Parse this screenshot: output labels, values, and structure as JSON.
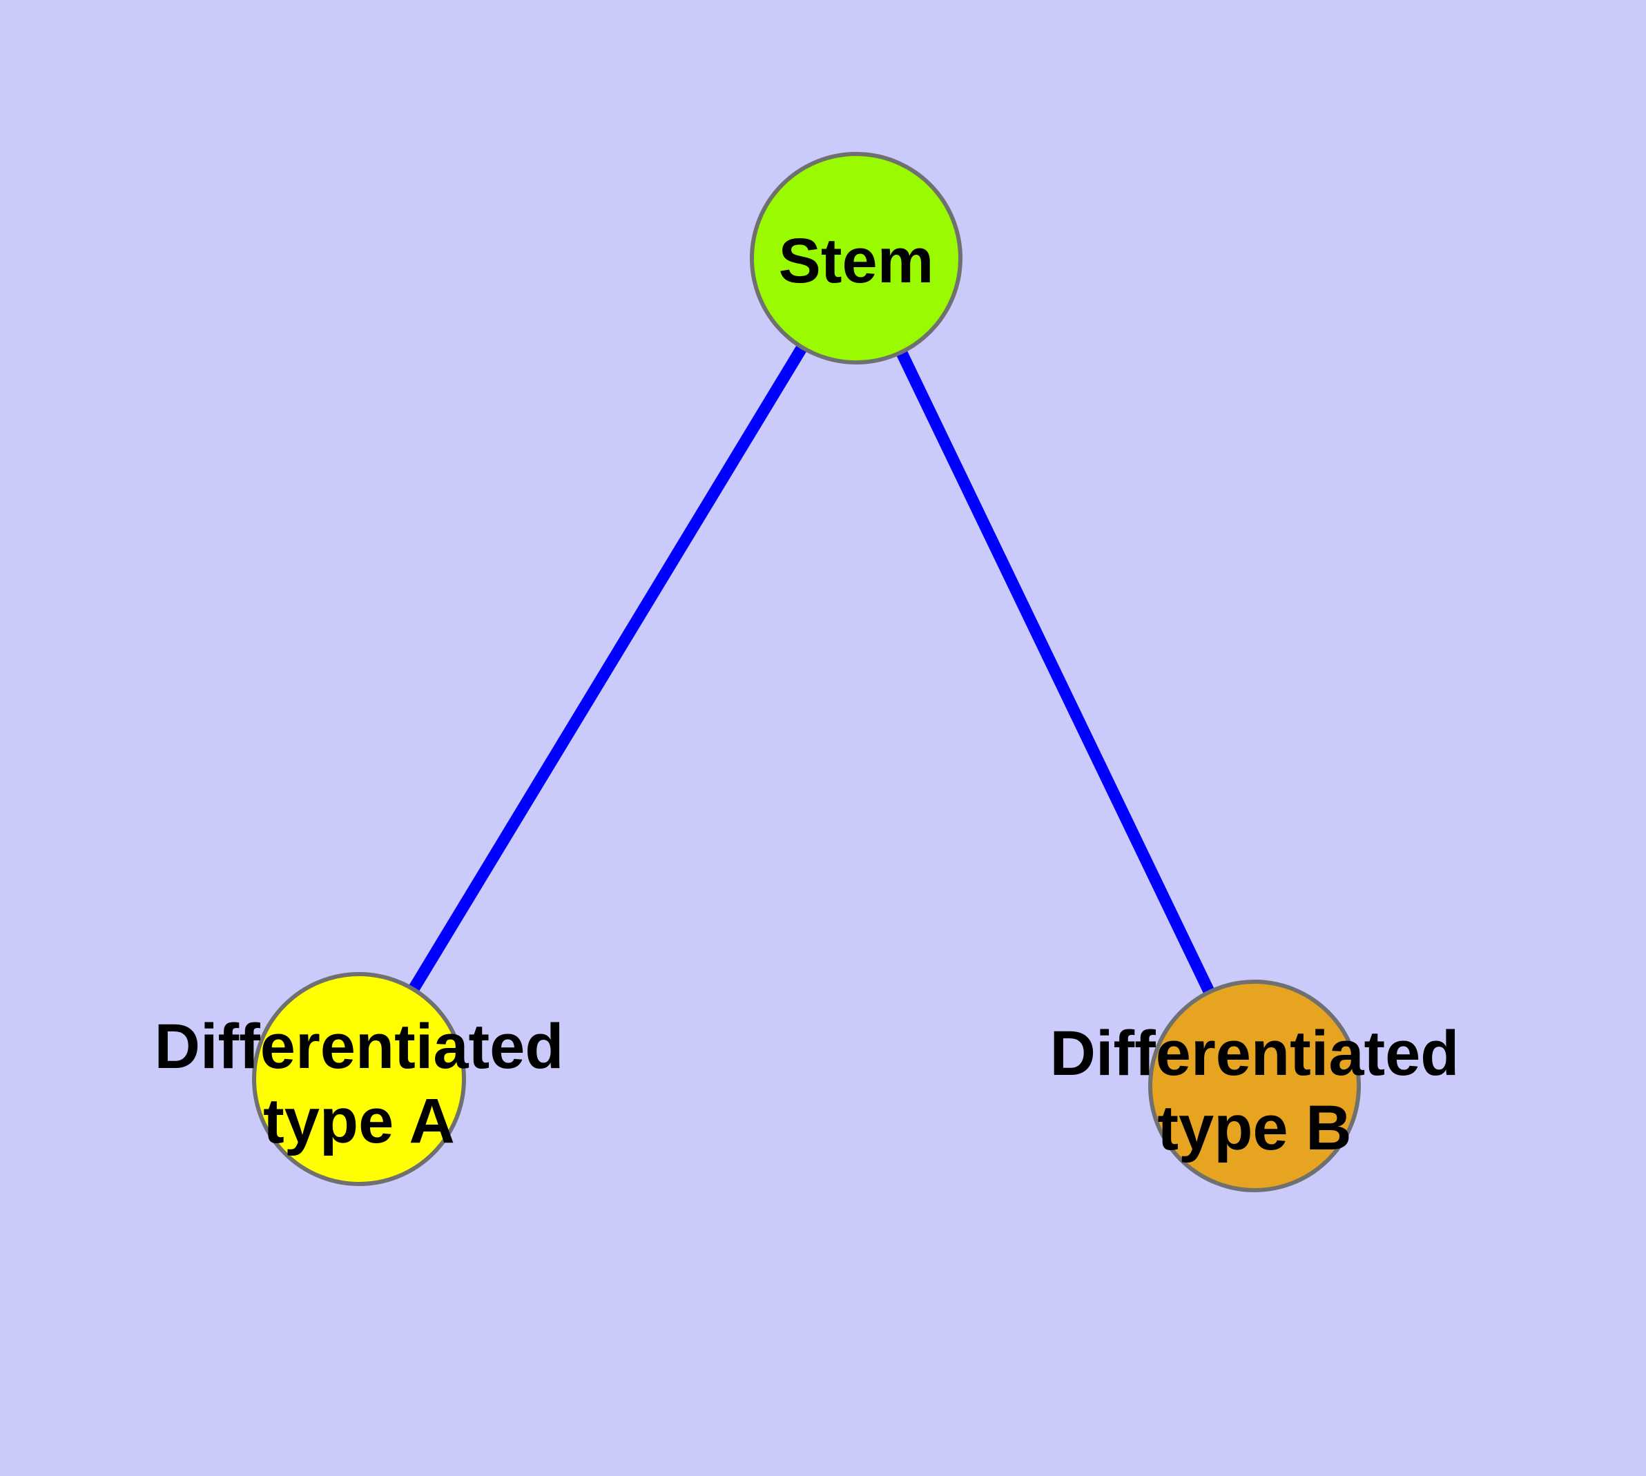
{
  "diagram": {
    "background_color": "#CBCBFB",
    "edge_color": "#0000FF",
    "node_border_color": "#707070",
    "label_color": "#000000",
    "nodes": [
      {
        "id": "stem",
        "label": "Stem",
        "lines": [
          "Stem"
        ],
        "fill": "#9AFB00"
      },
      {
        "id": "differentiated-type-a",
        "label": "Differentiated type A",
        "lines": [
          "Differentiated",
          "type A"
        ],
        "fill": "#FFFF00"
      },
      {
        "id": "differentiated-type-b",
        "label": "Differentiated type B",
        "lines": [
          "Differentiated",
          "type B"
        ],
        "fill": "#E7A421"
      }
    ],
    "edges": [
      {
        "from": "stem",
        "to": "differentiated-type-a"
      },
      {
        "from": "stem",
        "to": "differentiated-type-b"
      }
    ]
  }
}
